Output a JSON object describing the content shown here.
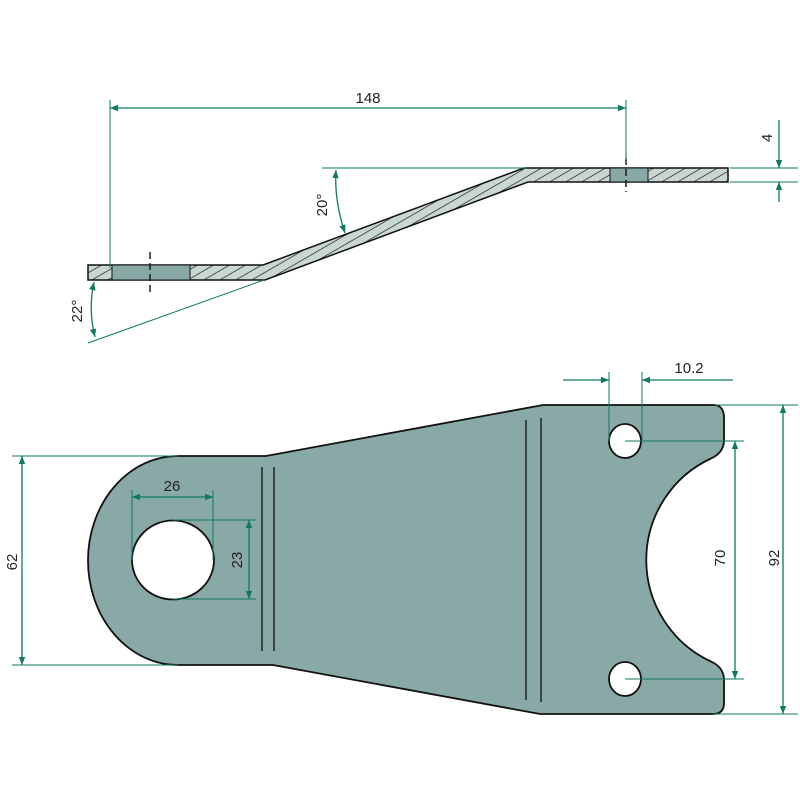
{
  "title": "Bent bracket plate technical drawing",
  "colors": {
    "part_fill": "#89a9a6",
    "dimension_line": "#0e7a62",
    "outline": "#111111"
  },
  "side_view": {
    "dimensions": {
      "hole_spacing": "148",
      "thickness": "4",
      "upper_angle": "20°",
      "lower_angle": "22°"
    }
  },
  "plan_view": {
    "dimensions": {
      "lobe_width": "62",
      "big_hole_width": "26",
      "big_hole_height": "23",
      "small_hole_diameter": "10.2",
      "small_hole_spacing": "70",
      "overall_width": "92"
    }
  }
}
